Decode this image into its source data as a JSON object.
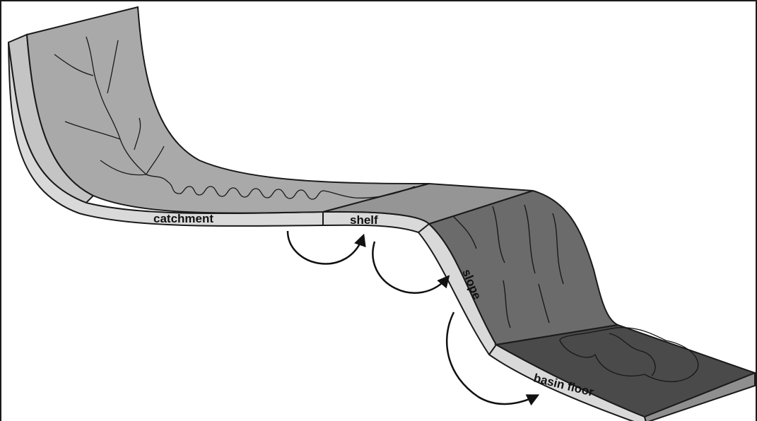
{
  "labels": {
    "catchment": "catchment",
    "shelf": "shelf",
    "slope": "slope",
    "basin_floor": "basin floor"
  },
  "colors": {
    "catchment_surface": "#a9a9a9",
    "shelf_surface": "#959595",
    "slope_surface": "#6b6b6b",
    "basin_surface": "#4a4a4a",
    "front_face": "#d9d9d9",
    "end_face": "#8f8f8f",
    "outline": "#1a1a1a"
  }
}
